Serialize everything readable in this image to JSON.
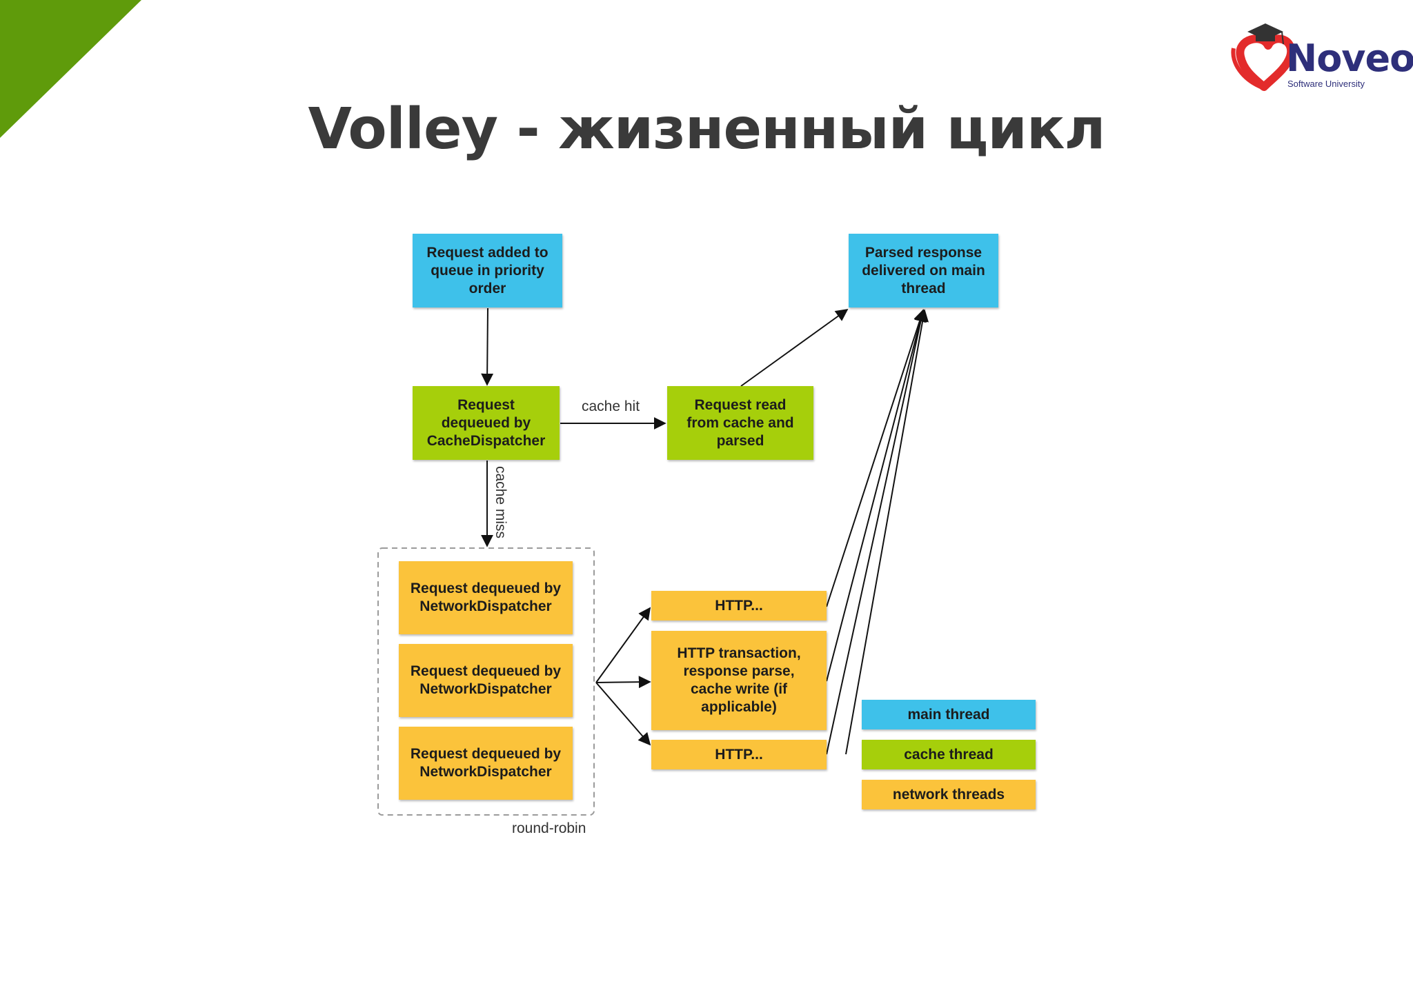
{
  "slide": {
    "title": "Volley - жизненный цикл",
    "accent_color": "#5f9b0b"
  },
  "logo": {
    "name": "Noveo",
    "subtitle": "Software University"
  },
  "diagram": {
    "colors": {
      "main": "#3ec1ea",
      "cache": "#a6cf0b",
      "network": "#fbc33b"
    },
    "nodes": {
      "request_added": "Request added to\nqueue in priority\norder",
      "parsed_response": "Parsed response\ndelivered on main\nthread",
      "cache_dispatcher": "Request\ndequeued by\nCacheDispatcher",
      "read_from_cache": "Request read\nfrom cache and\nparsed",
      "network_dispatcher_1": "Request dequeued by\nNetworkDispatcher",
      "network_dispatcher_2": "Request dequeued by\nNetworkDispatcher",
      "network_dispatcher_3": "Request dequeued by\nNetworkDispatcher",
      "http_1": "HTTP...",
      "http_transaction": "HTTP transaction,\nresponse parse,\ncache write (if\napplicable)",
      "http_3": "HTTP..."
    },
    "edge_labels": {
      "cache_hit": "cache hit",
      "cache_miss": "cache miss",
      "round_robin": "round-robin"
    },
    "legend": {
      "main": "main thread",
      "cache": "cache thread",
      "network": "network threads"
    }
  }
}
